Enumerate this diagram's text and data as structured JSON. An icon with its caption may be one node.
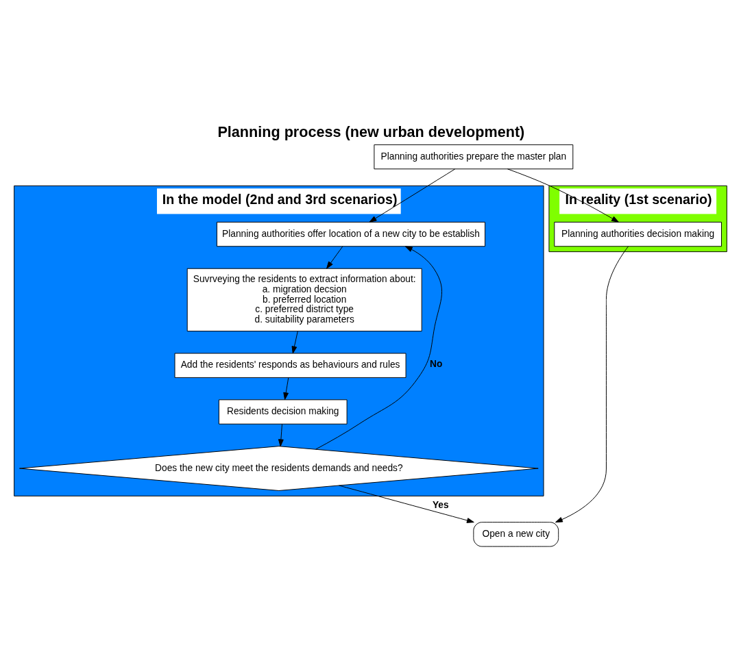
{
  "diagram": {
    "title": "Planning process (new urban development)",
    "nodes": [
      {
        "text": [
          "In reality (1st scenario)"
        ]
      },
      {
        "text": [
          "In the model (2nd and 3rd scenarios)"
        ]
      },
      {
        "text": [
          "Planning authorities prepare the master plan"
        ]
      },
      {
        "text": [
          "Planning authorities decision making"
        ],
        "in": 0
      },
      {
        "text": [
          "Planning authorities offer location of a new city to be establish"
        ],
        "in": 1
      },
      {
        "text": [
          "Suvrveying the residents to extract information about:",
          "a. migration decsion",
          "b. preferred location",
          "c. preferred district type",
          "d. suitability parameters"
        ],
        "in": 1
      },
      {
        "text": [
          "Add the residents' responds as behaviours and rules"
        ],
        "in": 1
      },
      {
        "text": [
          "Residents decision making"
        ],
        "in": 1
      },
      {
        "text": [
          "Does the new city meet the residents demands and needs?"
        ],
        "in": 1
      },
      {
        "text": [
          "Open a new city"
        ]
      }
    ],
    "edges": [
      {
        "from": 2,
        "to": 3,
        "arrow": "to"
      },
      {
        "from": 2,
        "to": 4,
        "arrow": "to"
      },
      {
        "from": 3,
        "to": 9,
        "arrow": "to"
      },
      {
        "from": 4,
        "to": 5,
        "arrow": "to"
      },
      {
        "from": 5,
        "to": 6,
        "arrow": "to"
      },
      {
        "from": 6,
        "to": 7,
        "arrow": "to"
      },
      {
        "from": 7,
        "to": 8,
        "arrow": "to"
      },
      {
        "from": 8,
        "to": 9,
        "arrow": "to",
        "label": "Yes"
      },
      {
        "from": 8,
        "to": 4,
        "arrow": "to",
        "label": "No"
      }
    ]
  }
}
